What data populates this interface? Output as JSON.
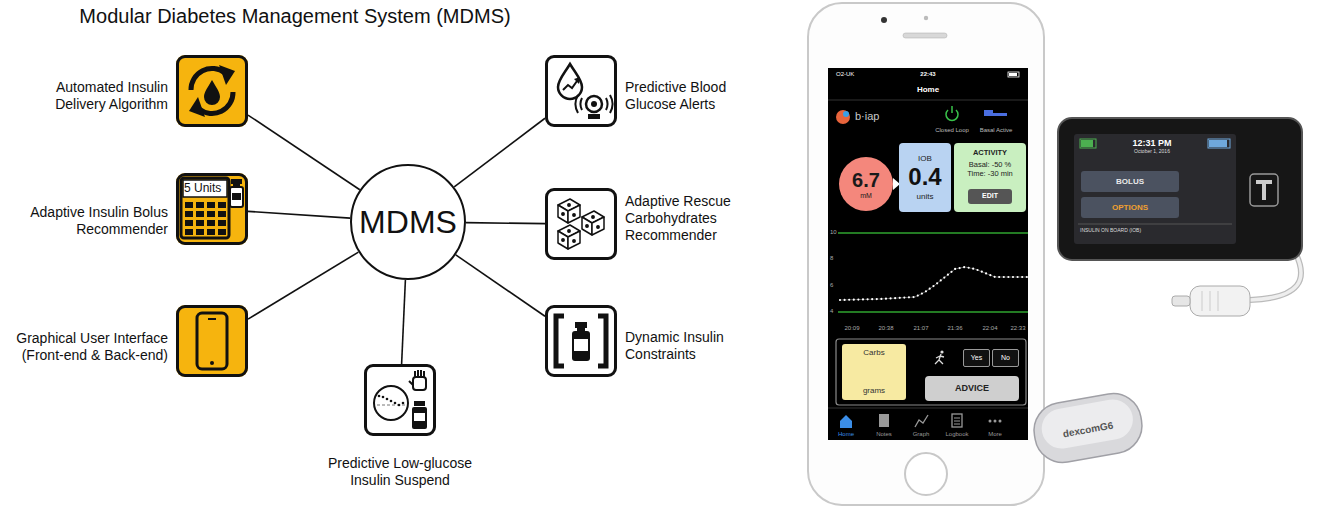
{
  "diagram": {
    "title": "Modular Diabetes Management System (MDMS)",
    "nodes": [
      {
        "text": [
          "MDMS"
        ]
      },
      {
        "text": [
          "Automated Insulin Delivery Algorithm"
        ]
      },
      {
        "text": [
          "Adaptive Insulin Bolus Recommender",
          "5 Units"
        ]
      },
      {
        "text": [
          "Graphical User Interface (Front-end & Back-end)"
        ]
      },
      {
        "text": [
          "Predictive Low-glucose Insulin Suspend"
        ]
      },
      {
        "text": [
          "Dynamic Insulin Constraints"
        ]
      },
      {
        "text": [
          "Adaptive Rescue Carbohydrates Recommender"
        ]
      },
      {
        "text": [
          "Predictive Blood Glucose Alerts"
        ]
      },
      {
        "text": [
          "6.7",
          "mM"
        ]
      },
      {
        "text": [
          "IOB",
          "0.4",
          "units"
        ]
      },
      {
        "text": [
          "ACTIVITY",
          "Basal: -50 %",
          "Time: -30 min"
        ]
      },
      {
        "text": [
          "EDIT"
        ],
        "in": 10
      },
      {
        "text": [
          "Carbs",
          "grams"
        ]
      },
      {
        "text": [
          "Yes"
        ]
      },
      {
        "text": [
          "No"
        ]
      },
      {
        "text": [
          "ADVICE"
        ]
      },
      {
        "text": [
          "BOLUS"
        ]
      },
      {
        "text": [
          "OPTIONS"
        ]
      }
    ],
    "edges": [
      {
        "from": 0,
        "to": 1,
        "arrow": "none"
      },
      {
        "from": 0,
        "to": 2,
        "arrow": "none"
      },
      {
        "from": 0,
        "to": 3,
        "arrow": "none"
      },
      {
        "from": 0,
        "to": 4,
        "arrow": "none"
      },
      {
        "from": 0,
        "to": 5,
        "arrow": "none"
      },
      {
        "from": 0,
        "to": 6,
        "arrow": "none"
      },
      {
        "from": 0,
        "to": 7,
        "arrow": "none"
      }
    ],
    "labels": [
      "O2-UK",
      "22:43",
      "Home",
      "b·iap",
      "Closed Loop",
      "Basal Active",
      "10",
      "8",
      "6",
      "4",
      "20:09",
      "20:38",
      "21:07",
      "21:36",
      "22:04",
      "22:33",
      "Home",
      "Notes",
      "Graph",
      "Logbook",
      "More",
      "12:31 PM",
      "October 1, 2016",
      "INSULIN ON BOARD (IOB)",
      "dexcomG6"
    ]
  }
}
